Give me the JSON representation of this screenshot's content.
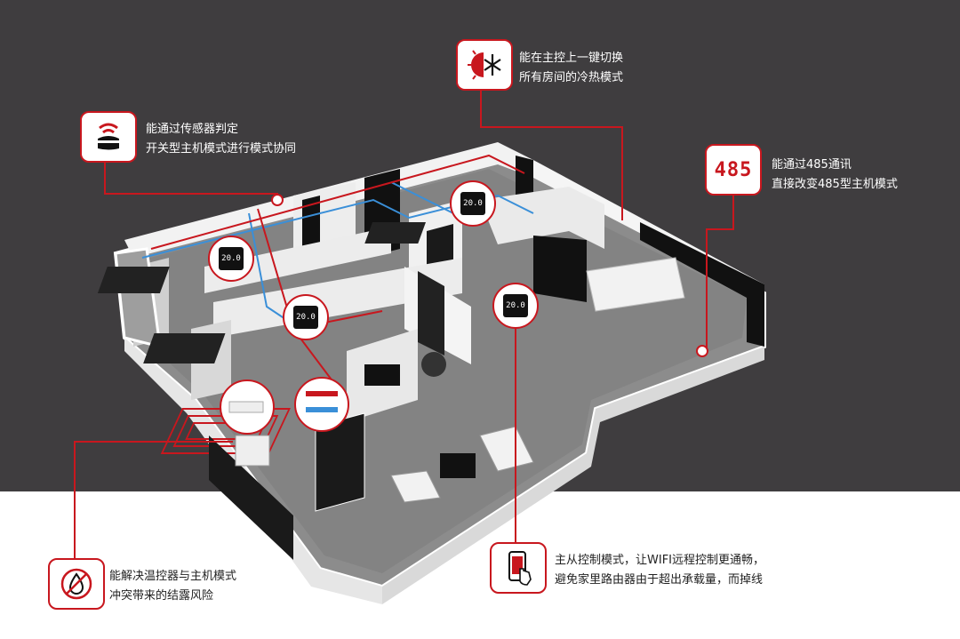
{
  "callouts": {
    "sensor": {
      "line1": "能通过传感器判定",
      "line2": "开关型主机模式进行模式协同",
      "icon": "wireless-sensor-icon"
    },
    "switch": {
      "line1": "能在主控上一键切换",
      "line2": "所有房间的冷热模式",
      "icon": "sun-snowflake-icon"
    },
    "rs485": {
      "label": "485",
      "line1": "能通过485通讯",
      "line2": "直接改变485型主机模式",
      "icon": "485-display-icon"
    },
    "dew": {
      "line1": "能解决温控器与主机模式",
      "line2": "冲突带来的结露风险",
      "icon": "no-dew-icon"
    },
    "wifi": {
      "line1": "主从控制模式，让WIFI远程控制更通畅，",
      "line2": "避免家里路由器由于超出承载量，而掉线",
      "icon": "phone-touch-icon"
    }
  },
  "thermostat": {
    "display": "20.0"
  },
  "colors": {
    "accent": "#c8171e",
    "background_dark": "#3f3d3f",
    "floor": "#8a8a8a",
    "pipe_blue": "#3a8fd8"
  }
}
